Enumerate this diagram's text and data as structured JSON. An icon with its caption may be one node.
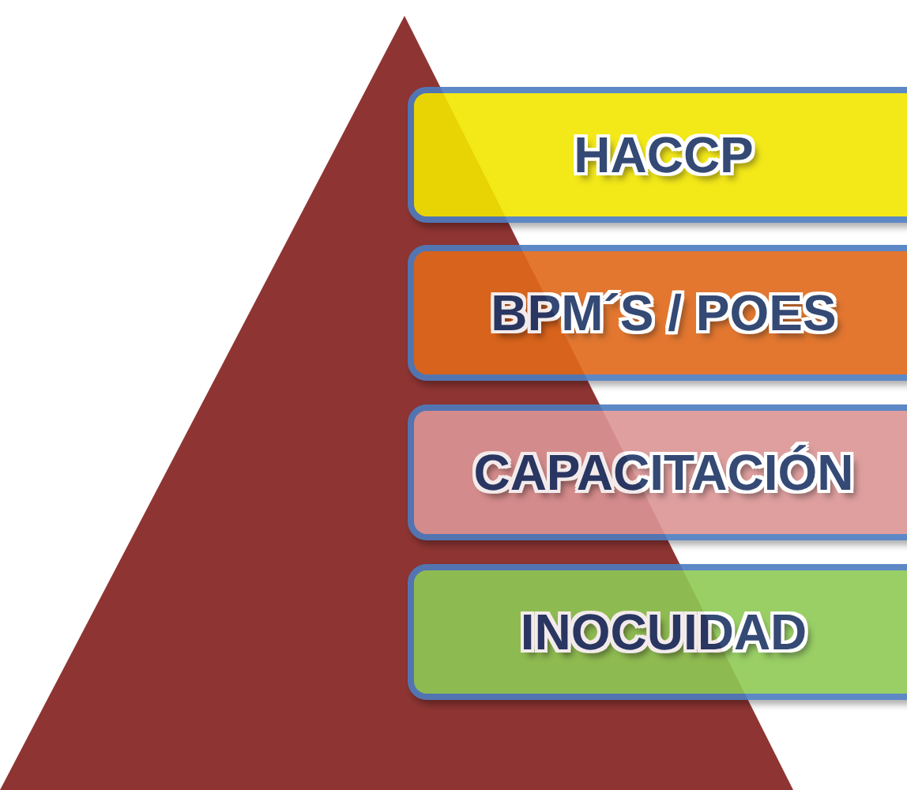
{
  "diagram": {
    "nodes": [
      {
        "text": [
          "HACCP"
        ]
      },
      {
        "text": [
          "BPM´S / POES"
        ]
      },
      {
        "text": [
          "CAPACITACIÓN"
        ]
      },
      {
        "text": [
          "INOCUIDAD"
        ]
      }
    ]
  }
}
